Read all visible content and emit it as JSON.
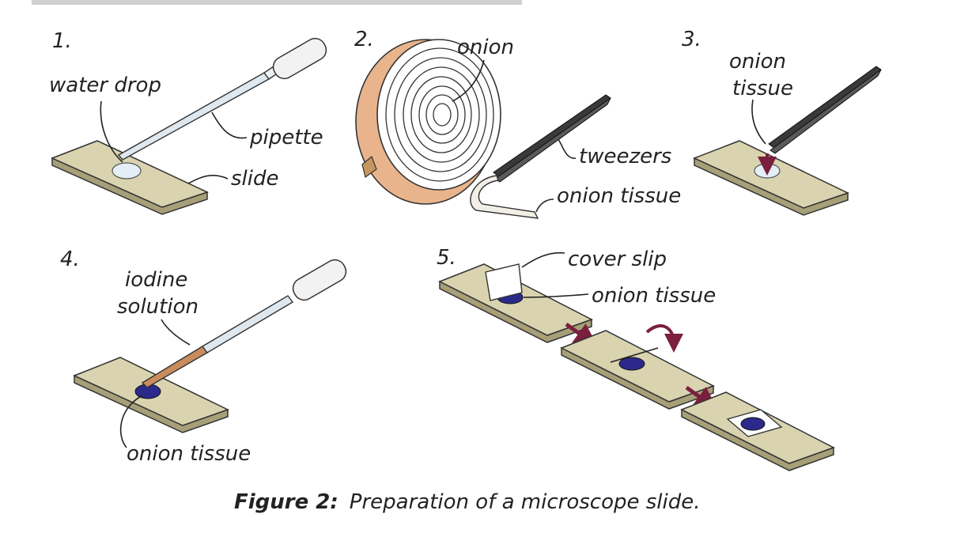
{
  "steps": {
    "s1": {
      "number": "1.",
      "water_drop": "water drop",
      "pipette": "pipette",
      "slide": "slide"
    },
    "s2": {
      "number": "2.",
      "onion": "onion",
      "tweezers": "tweezers",
      "onion_tissue": "onion tissue"
    },
    "s3": {
      "number": "3.",
      "onion_tissue_line1": "onion",
      "onion_tissue_line2": "tissue"
    },
    "s4": {
      "number": "4.",
      "iodine_line1": "iodine",
      "iodine_line2": "solution",
      "onion_tissue": "onion tissue"
    },
    "s5": {
      "number": "5.",
      "cover_slip": "cover slip",
      "onion_tissue": "onion tissue"
    }
  },
  "caption": {
    "label": "Figure 2:",
    "text": "Preparation of a microscope slide."
  },
  "colors": {
    "slide": "#d9d3b0",
    "tissue": "#2b2a8c",
    "arrow": "#7a1f3d",
    "onion": "#e9b48c",
    "iodine": "#c98c5e"
  }
}
